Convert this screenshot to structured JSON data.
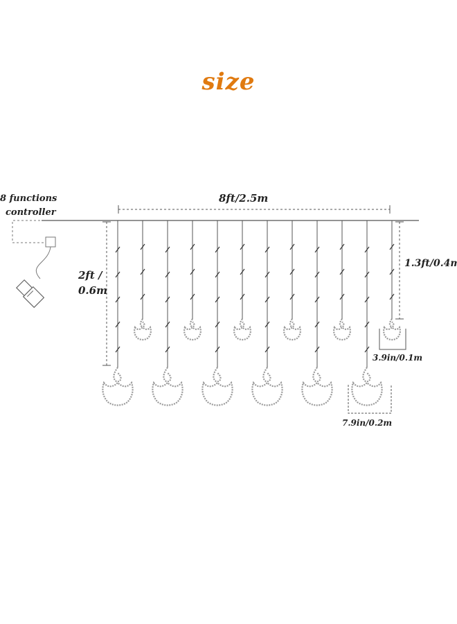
{
  "title": "size",
  "labels": {
    "controller_line1": "8 functions",
    "controller_line2": "controller",
    "width": "8ft/2.5m",
    "long_length_line1": "2ft /",
    "long_length_line2": "0.6m",
    "short_length": "1.3ft/0.4m",
    "small_diya": "3.9in/0.1m",
    "large_diya": "7.9in/0.2m"
  },
  "strands": {
    "long_count": 6,
    "short_count": 6,
    "large_diya_count": 6,
    "small_diya_count": 6
  },
  "colors": {
    "title": "#e07a10",
    "line": "#555555",
    "diya": "#9a9a9a",
    "text": "#222222"
  }
}
